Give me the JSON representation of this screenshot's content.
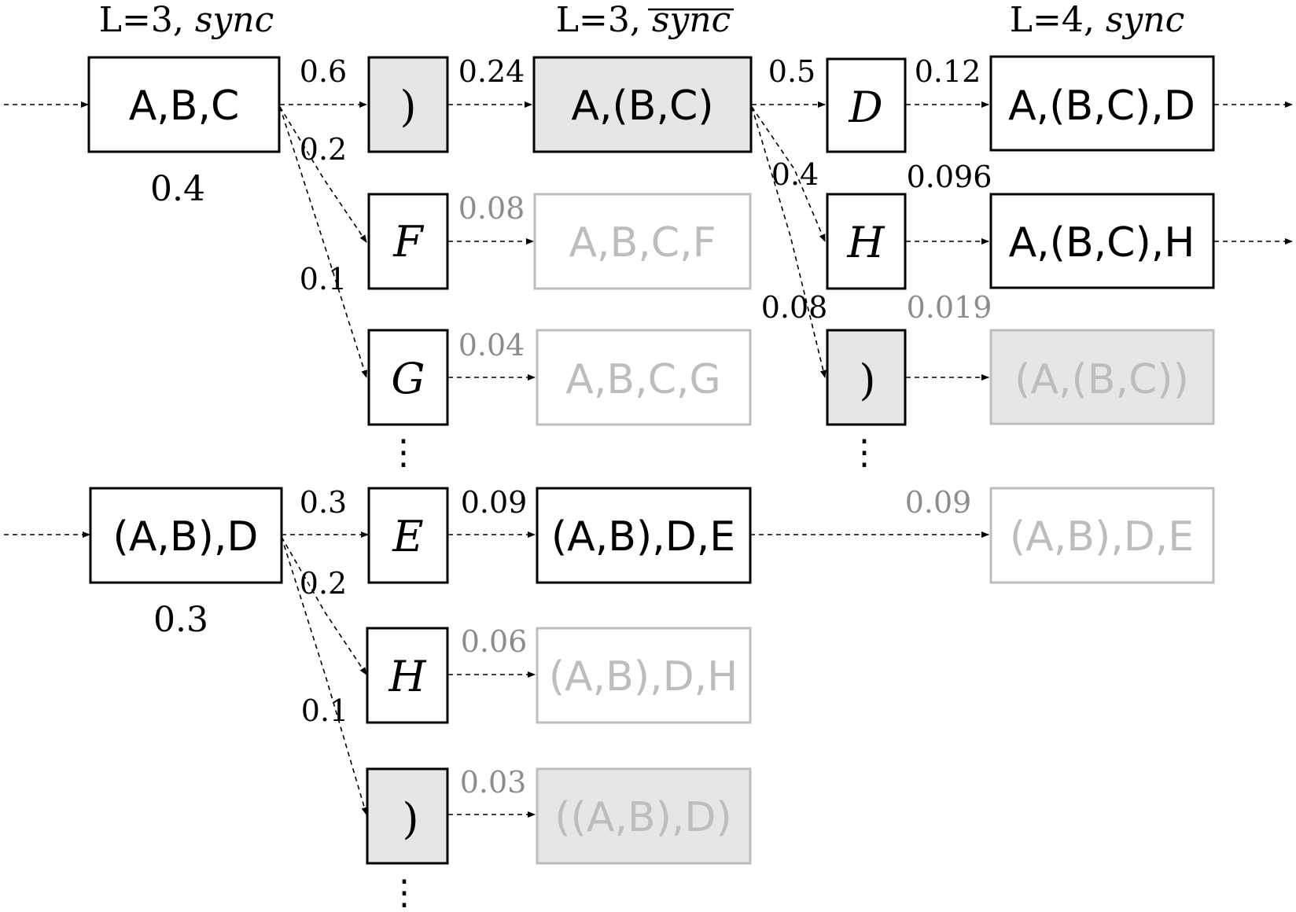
{
  "headers": {
    "col1": {
      "prefix": "L=3, ",
      "emph": "sync"
    },
    "col2": {
      "prefix": "L=3, ",
      "emph": "sync"
    },
    "col3": {
      "prefix": "L=4, ",
      "emph": "sync"
    }
  },
  "beam1": {
    "input_label": "A,B,C",
    "score": "0.4",
    "edges": [
      {
        "prob": "0.6",
        "token": ")",
        "cum": "0.24",
        "result": "A,(B,C)"
      },
      {
        "prob": "0.2",
        "token": "F",
        "cum": "0.08",
        "result": "A,B,C,F"
      },
      {
        "prob": "0.1",
        "token": "G",
        "cum": "0.04",
        "result": "A,B,C,G"
      }
    ],
    "next": [
      {
        "prob": "0.5",
        "token": "D",
        "cum": "0.12",
        "result": "A,(B,C),D"
      },
      {
        "prob": "0.4",
        "token": "H",
        "cum": "0.096",
        "result": "A,(B,C),H"
      },
      {
        "prob": "0.08",
        "token": ")",
        "cum": "0.019",
        "result": "(A,(B,C))"
      }
    ]
  },
  "beam2": {
    "input_label": "(A,B),D",
    "score": "0.3",
    "edges": [
      {
        "prob": "0.3",
        "token": "E",
        "cum": "0.09",
        "result": "(A,B),D,E"
      },
      {
        "prob": "0.2",
        "token": "H",
        "cum": "0.06",
        "result": "(A,B),D,H"
      },
      {
        "prob": "0.1",
        "token": ")",
        "cum": "0.03",
        "result": "((A,B),D)"
      }
    ],
    "carry": {
      "cum": "0.09",
      "result": "(A,B),D,E"
    }
  },
  "ellipsis": "⋮",
  "colors": {
    "active": "#000000",
    "faded": "#bdbdbd",
    "faded_text": "#8c8c8c",
    "close_fill": "#e6e6e6"
  }
}
